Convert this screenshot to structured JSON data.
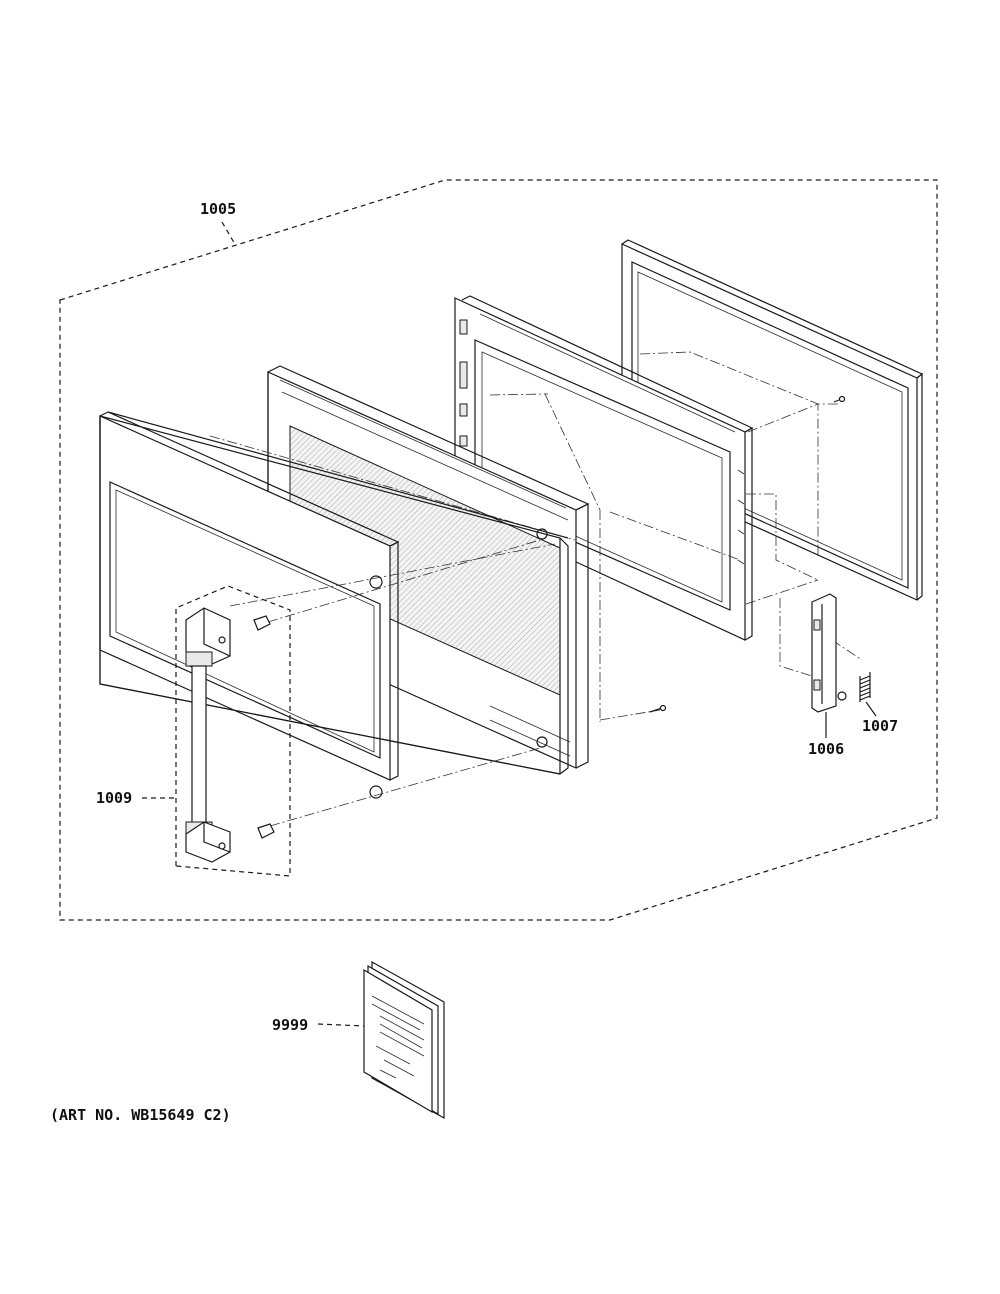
{
  "callouts": {
    "door_assembly": "1005",
    "latch_hook": "1006",
    "spring": "1007",
    "handle_assembly": "1009",
    "literature": "9999"
  },
  "art_number": "(ART NO. WB15649 C2)"
}
